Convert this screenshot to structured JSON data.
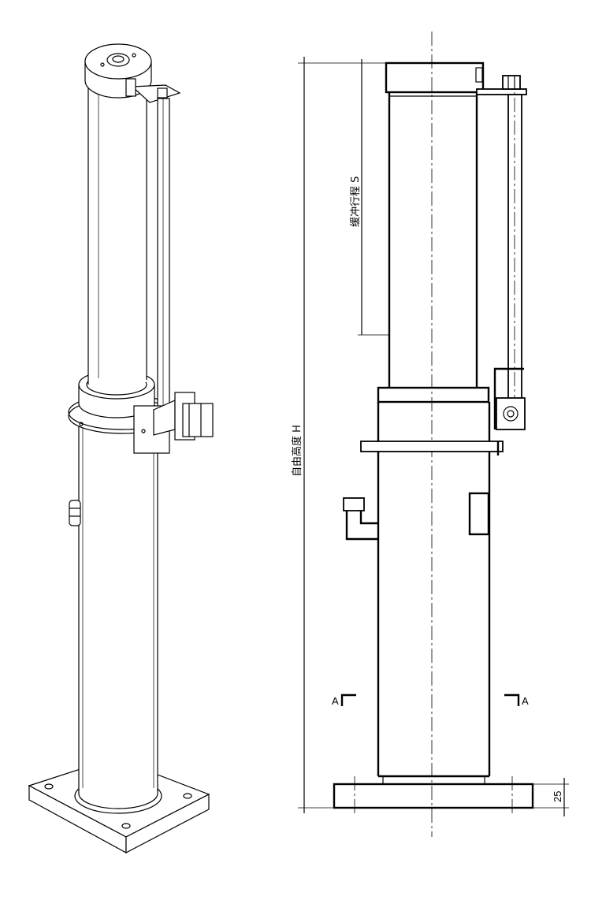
{
  "drawing": {
    "dimensions": {
      "stroke_label": "缓冲行程 S",
      "free_height_label": "自由高度 H",
      "base_thickness": "25"
    },
    "section_marks": {
      "left": "A",
      "right": "A"
    },
    "line_color": "#000000",
    "background": "#ffffff"
  }
}
